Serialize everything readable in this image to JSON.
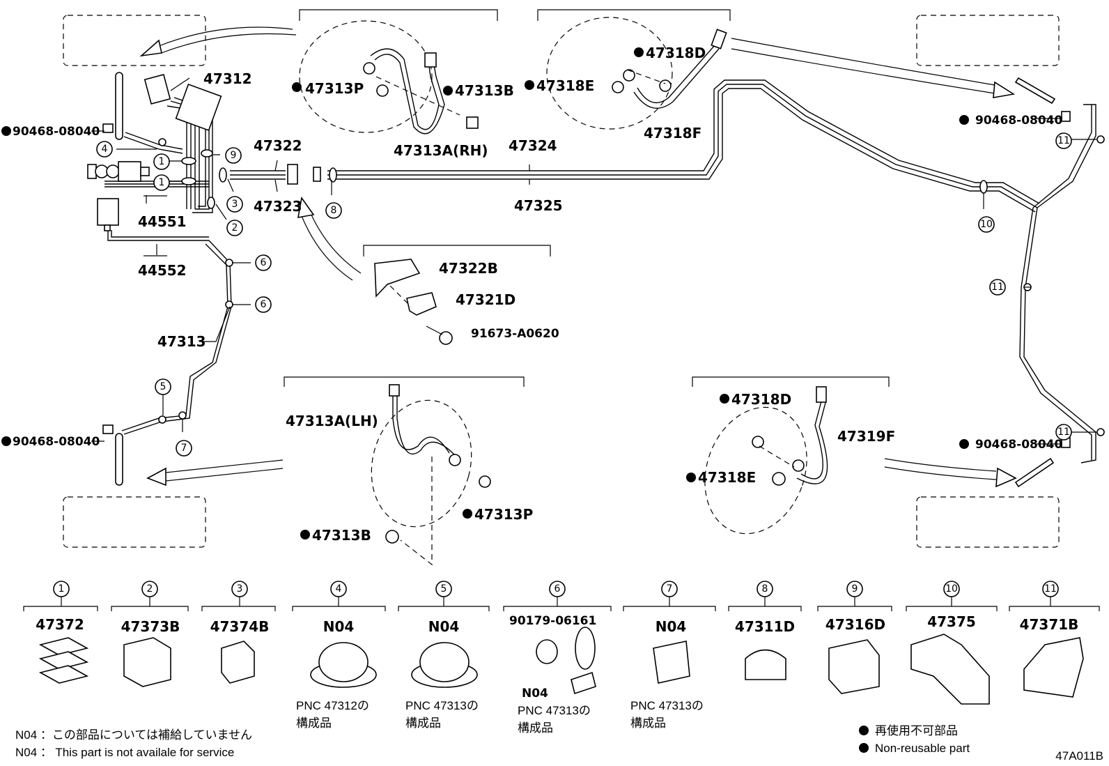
{
  "callouts": {
    "p47312": "47312",
    "p47322": "47322",
    "p47323": "47323",
    "p47324": "47324",
    "p47325": "47325",
    "p44551": "44551",
    "p44552": "44552",
    "p47313": "47313",
    "p90468_a": "90468-08040",
    "p90468_b": "90468-08040",
    "p90468_c": "90468-08040",
    "p90468_d": "90468-08040",
    "p47313P_top": "47313P",
    "p47313B_top": "47313B",
    "p47313A_rh": "47313A(RH)",
    "p47318D_top": "47318D",
    "p47318E_top": "47318E",
    "p47318F": "47318F",
    "p47322B": "47322B",
    "p47321D": "47321D",
    "p91673": "91673-A0620",
    "p47313A_lh": "47313A(LH)",
    "p47313P_bot": "47313P",
    "p47313B_bot": "47313B",
    "p47318D_bot": "47318D",
    "p47318E_bot": "47318E",
    "p47319F": "47319F"
  },
  "circle_refs": [
    "1",
    "1",
    "2",
    "3",
    "4",
    "5",
    "6",
    "6",
    "7",
    "8",
    "9",
    "10",
    "11",
    "11",
    "11"
  ],
  "legend_items": [
    {
      "num": "1",
      "part": "47372",
      "note": ""
    },
    {
      "num": "2",
      "part": "47373B",
      "note": ""
    },
    {
      "num": "3",
      "part": "47374B",
      "note": ""
    },
    {
      "num": "4",
      "part": "N04",
      "note1": "PNC 47312の",
      "note2": "構成品"
    },
    {
      "num": "5",
      "part": "N04",
      "note1": "PNC 47313の",
      "note2": "構成品"
    },
    {
      "num": "6",
      "part": "90179-06161",
      "sub": "N04",
      "note1": "PNC 47313の",
      "note2": "構成品"
    },
    {
      "num": "7",
      "part": "N04",
      "note1": "PNC 47313の",
      "note2": "構成品"
    },
    {
      "num": "8",
      "part": "47311D",
      "note": ""
    },
    {
      "num": "9",
      "part": "47316D",
      "note": ""
    },
    {
      "num": "10",
      "part": "47375",
      "note": ""
    },
    {
      "num": "11",
      "part": "47371B",
      "note": ""
    }
  ],
  "footnotes": {
    "n04_jp": "N04 ：この部品については補給していません",
    "n04_en": "N04 ： This part is not availale for service",
    "nonreusable_jp": "再使用不可部品",
    "nonreusable_en": "Non-reusable part",
    "diagram_code": "47A011B"
  }
}
